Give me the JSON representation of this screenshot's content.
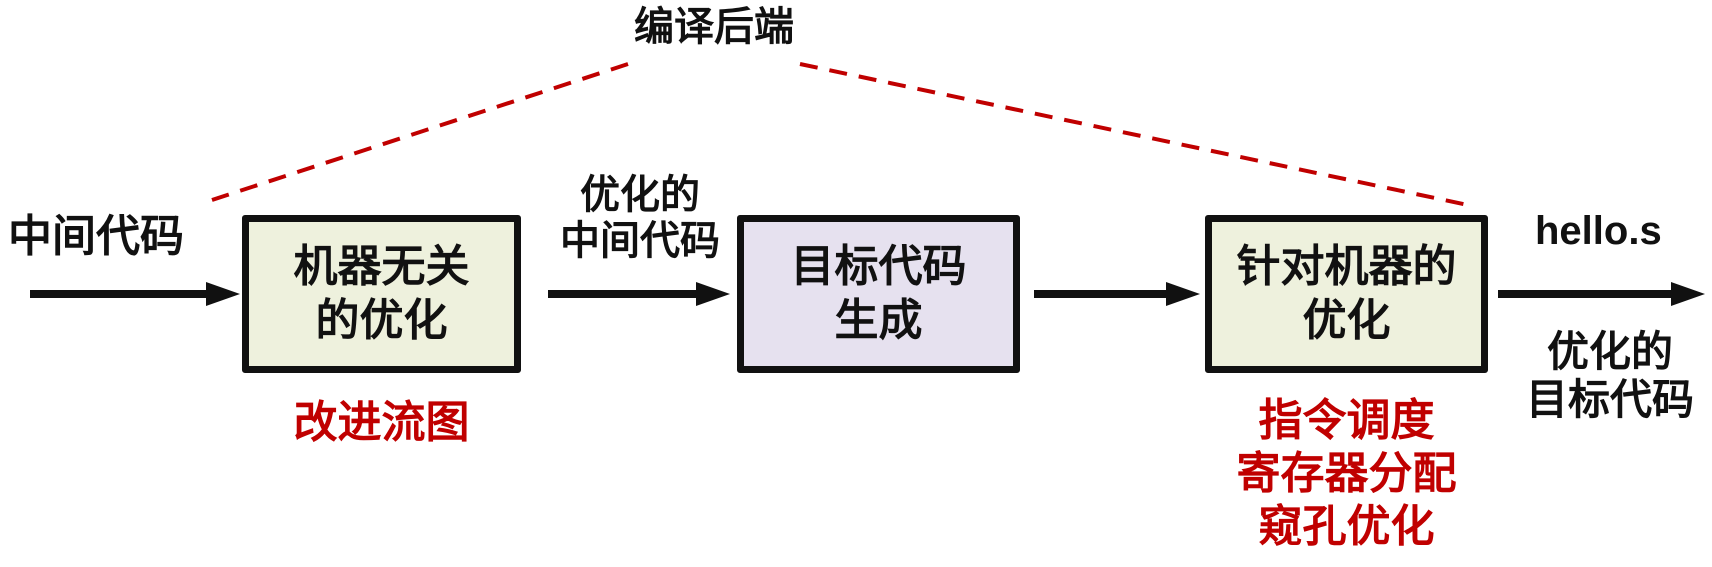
{
  "title": "编译后端",
  "input_label": "中间代码",
  "edge_label_1": [
    "优化的",
    "中间代码"
  ],
  "output_file": "hello.s",
  "output_label": [
    "优化的",
    "目标代码"
  ],
  "boxes": [
    {
      "lines": [
        "机器无关",
        "的优化"
      ],
      "color": "#eef1dd",
      "notes": [
        "改进流图"
      ]
    },
    {
      "lines": [
        "目标代码",
        "生成"
      ],
      "color": "#e6e1ef",
      "notes": []
    },
    {
      "lines": [
        "针对机器的",
        "优化"
      ],
      "color": "#eef1dd",
      "notes": [
        "指令调度",
        "寄存器分配",
        "窥孔优化"
      ]
    }
  ],
  "colors": {
    "note_red": "#c00000",
    "dashed_line": "#c00000",
    "arrow": "#111111"
  }
}
